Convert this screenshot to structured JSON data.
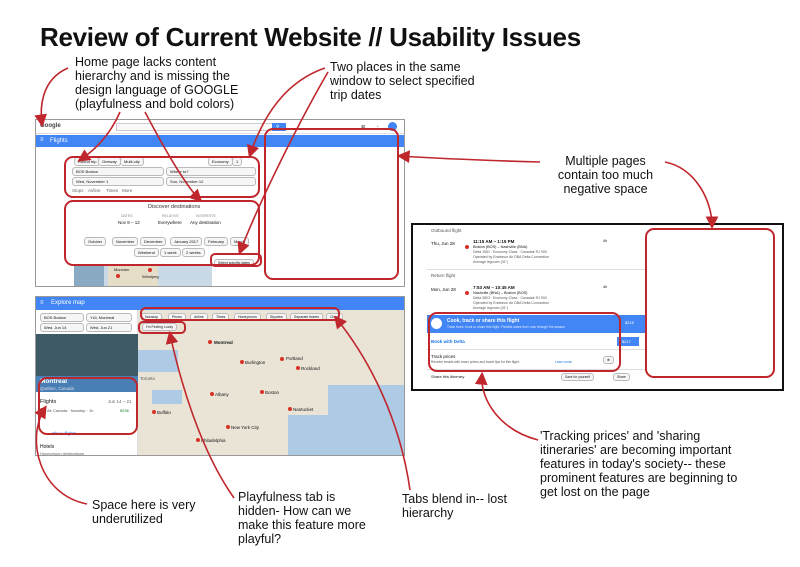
{
  "title": "Review of Current Website // Usability Issues",
  "notes": {
    "hierarchy": "Home page lacks content hierarchy  and is missing the design language of GOOGLE (playfulness and bold colors)",
    "dates": "Two places in the same window to select specified trip dates",
    "negative_space": "Multiple pages contain too much negative space",
    "tracking": "'Tracking prices' and 'sharing itineraries' are becoming important features in today's society-- these prominent features are beginning to get lost on the page",
    "space": "Space here is very underutilized",
    "playful": "Playfulness tab is hidden- How can we make this feature more playful?",
    "tabs": "Tabs blend in-- lost hierarchy"
  },
  "shot1": {
    "logo": "Google",
    "section": "Flights",
    "trip_options": [
      "Round trip",
      "Oneway",
      "Multi-city"
    ],
    "cabin": "Economy",
    "passengers": "1",
    "from": "BOS Boston",
    "to": "Where to?",
    "depart": "Wed, November 1",
    "return": "Sun, November 12",
    "filters": [
      "Stops",
      "Airline",
      "Times",
      "More"
    ],
    "discover_title": "Discover destinations",
    "discover_cols": [
      {
        "head": "DATES",
        "value": "Nov 8 – 12"
      },
      {
        "head": "RELATIVE",
        "value": "Everywhere"
      },
      {
        "head": "INTERESTS",
        "value": "Any destination"
      }
    ],
    "months": [
      "October",
      "November",
      "December",
      "January 2017",
      "February",
      "March"
    ],
    "weekends": [
      "Weekend",
      "1 week",
      "2 weeks"
    ],
    "map_labels": [
      "Moncton",
      "Winnipeg"
    ],
    "select_dates": "Select specific dates"
  },
  "shot2": {
    "section": "Explore map",
    "from": "BOS Boston",
    "to": "YUL Montreal",
    "depart": "Wed, Jun 14",
    "return": "Wed, Jun 21",
    "tabs": [
      "Nonstop",
      "Prices",
      "Airline",
      "Times",
      "Honeymoon",
      "Skyview",
      "Separate tickets",
      "Close"
    ],
    "playful_tab": "I'm Feeling Lucky",
    "city": "Montreal",
    "city_sub": "Quebec, Canada",
    "flights_label": "Flights",
    "flights_dates": "Jun 14 – 21",
    "flight_row": "Air Canada · Nonstop · 1h",
    "flight_price": "$296",
    "show_flights": "Show flights",
    "hotels": "Hotels",
    "hotels_sub": "Honeymoon destinations",
    "map_cities": [
      "Montreal",
      "Portland",
      "Boston",
      "Nantucket",
      "New York City",
      "Philadelphia",
      "Albany",
      "Buffalo",
      "Rockland",
      "Burlington",
      "Toronto"
    ]
  },
  "shot3": {
    "outbound_label": "Outbound flight",
    "outbound_date": "Thu, Jun 28",
    "outbound_time": "11:15 AM – 1:15 PM",
    "outbound_route": "Boston (BOS) – Nashville (BNA)",
    "outbound_detail": "Delta 1551 · Economy Class · Canadair RJ 900",
    "outbound_op": "Operated by Endeavor Air DBA Delta Connection",
    "outbound_legroom": "Average legroom (31\")",
    "outbound_dur": "4h",
    "return_label": "Return flight",
    "return_date": "Mon, Jun 28",
    "return_time": "7:53 AM – 10:45 AM",
    "return_route": "Nashville (BNA) – Boston (BOS)",
    "return_detail": "Delta 3803 · Economy Class · Canadair RJ 900",
    "return_op": "Operated by Endeavor Air DBA Delta Connection",
    "return_legroom": "Average legroom (31\")",
    "return_dur": "4h",
    "track_title": "Cook, track or share this flight",
    "track_sub": "Track fares, book or share this flight. Flexible dates from now through the season",
    "track_price": "$215",
    "book_with": "Book with Delta",
    "book_price": "$217",
    "track_price_label": "Track prices",
    "track_price_sub": "Receive emails with lower prices and travel tips for this flight.",
    "learn_more": "Learn more",
    "share_label": "Share this itinerary",
    "save_label": "Save for yourself",
    "share_btn": "Share"
  },
  "colors": {
    "accent": "#c0272d",
    "google_blue": "#4285f4"
  }
}
